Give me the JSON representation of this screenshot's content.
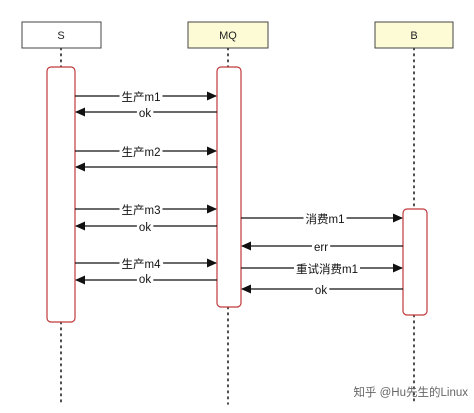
{
  "actors": [
    {
      "id": "S",
      "label": "S",
      "fill": "#ffffff"
    },
    {
      "id": "MQ",
      "label": "MQ",
      "fill": "#fdfbd6"
    },
    {
      "id": "B",
      "label": "B",
      "fill": "#fdfbd6"
    }
  ],
  "messages": [
    {
      "from": "S",
      "to": "MQ",
      "label": "生产m1"
    },
    {
      "from": "MQ",
      "to": "S",
      "label": "ok"
    },
    {
      "from": "S",
      "to": "MQ",
      "label": "生产m2"
    },
    {
      "from": "MQ",
      "to": "S",
      "label": ""
    },
    {
      "from": "S",
      "to": "MQ",
      "label": "生产m3"
    },
    {
      "from": "MQ",
      "to": "B",
      "label": "消费m1"
    },
    {
      "from": "MQ",
      "to": "S",
      "label": "ok"
    },
    {
      "from": "B",
      "to": "MQ",
      "label": "err"
    },
    {
      "from": "S",
      "to": "MQ",
      "label": "生产m4"
    },
    {
      "from": "MQ",
      "to": "B",
      "label": "重试消费m1"
    },
    {
      "from": "MQ",
      "to": "S",
      "label": "ok"
    },
    {
      "from": "B",
      "to": "MQ",
      "label": "ok"
    }
  ],
  "watermark": "知乎 @Hu先生的Linux",
  "colors": {
    "line": "#111111",
    "activation_border": "#c0393b",
    "actor_border": "#444444"
  }
}
